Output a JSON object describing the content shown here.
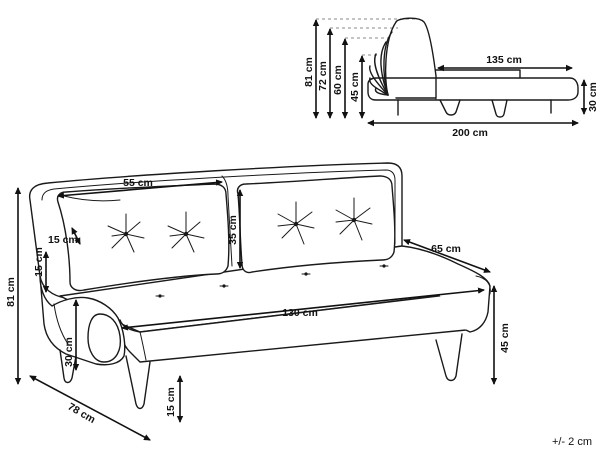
{
  "dimensions": {
    "top_height_81": "81 cm",
    "top_height_72": "72 cm",
    "top_height_60": "60 cm",
    "top_height_45": "45 cm",
    "top_seat_135": "135 cm",
    "top_leg_30": "30 cm",
    "top_length_200": "200 cm",
    "cushion_width_55": "55 cm",
    "cushion_depth_15": "15 cm",
    "cushion_height_35": "35 cm",
    "armrest_15": "15 cm",
    "height_81": "81 cm",
    "depth_65": "65 cm",
    "width_130": "130 cm",
    "arm_height_30": "30 cm",
    "seat_height_45": "45 cm",
    "depth_78": "78 cm",
    "leg_height_15": "15 cm"
  },
  "tolerance": "+/- 2 cm"
}
